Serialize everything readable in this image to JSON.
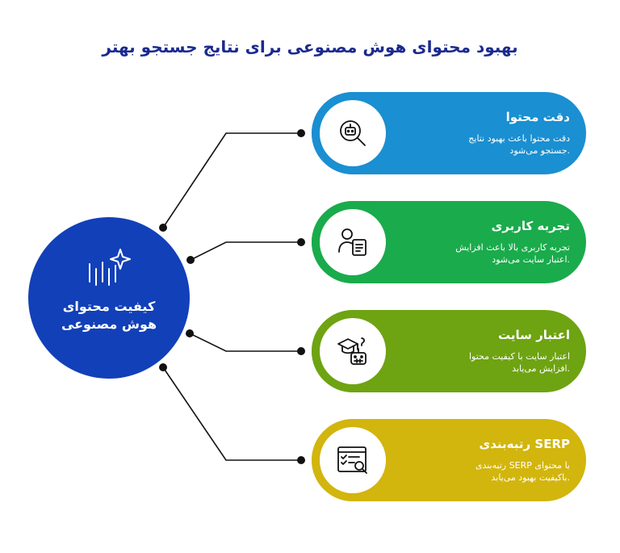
{
  "title": "بهبود محتوای هوش مصنوعی برای نتایج جستجو بهتر",
  "hub": {
    "label_line1": "کیفیت محتوای",
    "label_line2": "هوش مصنوعی",
    "color": "#1240b8",
    "icon": "sparkle-waveform-icon"
  },
  "cards": [
    {
      "title": "دقت محتوا",
      "desc_line1": "دقت محتوا باعث بهبود نتایج",
      "desc_line2": ".جستجو می‌شود",
      "color": "#1a8fd1",
      "icon": "robot-search-icon"
    },
    {
      "title": "تجربه کاربری",
      "desc_line1": "تجربه کاربری بالا باعث افزایش",
      "desc_line2": ".اعتبار سایت می‌شود",
      "color": "#1aab4c",
      "icon": "user-document-icon"
    },
    {
      "title": "اعتبار سایت",
      "desc_line1": "اعتبار سایت با کیفیت محتوا",
      "desc_line2": ".افزایش می‌یابد",
      "color": "#6ea312",
      "icon": "graduation-robot-icon"
    },
    {
      "title": "SERP رتبه‌بندی",
      "desc_line1": "با محتوای SERP رتبه‌بندی",
      "desc_line2": ".باکیفیت بهبود می‌یابد",
      "color": "#d2b50d",
      "icon": "browser-search-icon"
    }
  ]
}
